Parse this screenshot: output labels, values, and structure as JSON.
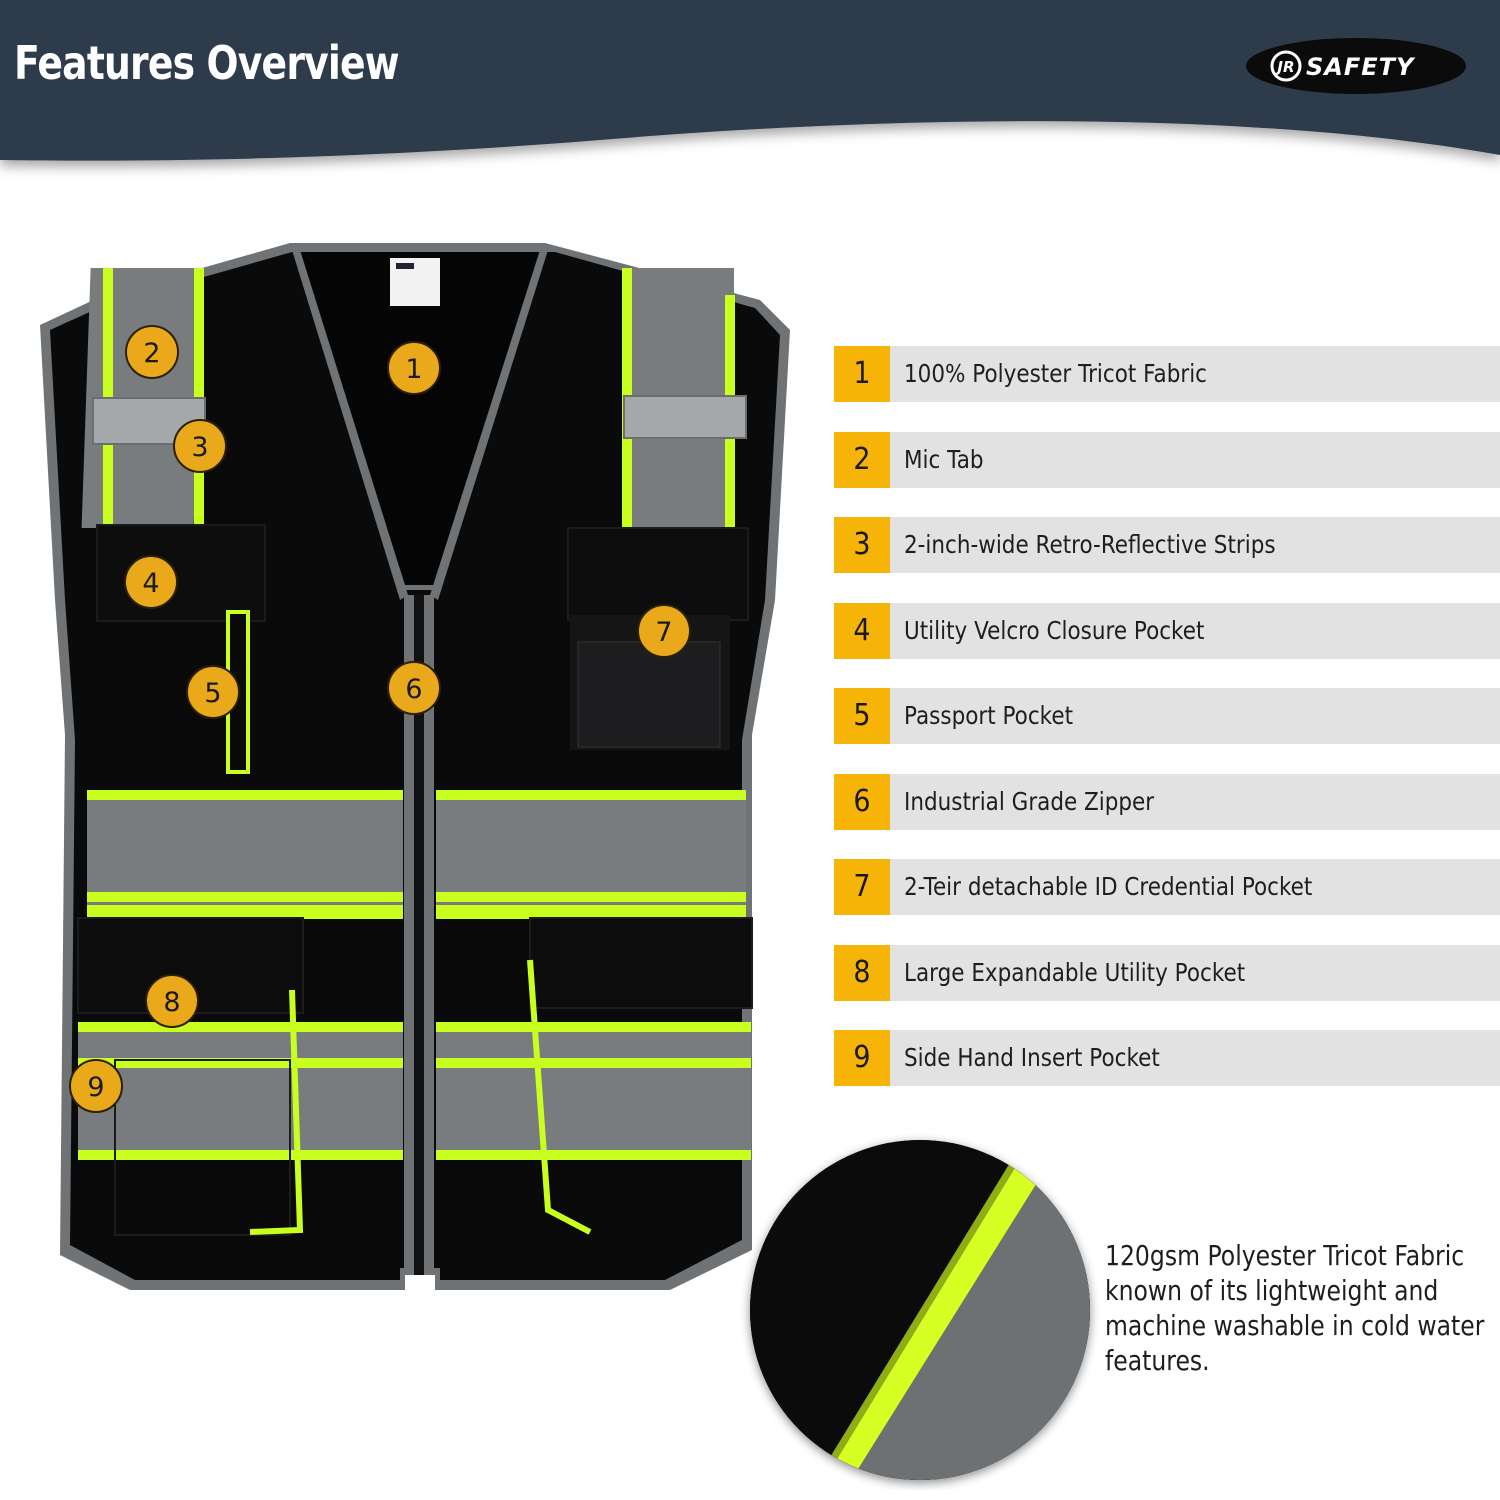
{
  "header": {
    "title": "Features Overview",
    "logo_text": "SAFETY",
    "logo_mark": "JR",
    "background_color": "#2d3a4c"
  },
  "features": [
    {
      "number": "1",
      "label": "100% Polyester Tricot Fabric"
    },
    {
      "number": "2",
      "label": "Mic Tab"
    },
    {
      "number": "3",
      "label": "2-inch-wide Retro-Reflective Strips"
    },
    {
      "number": "4",
      "label": "Utility Velcro Closure Pocket"
    },
    {
      "number": "5",
      "label": "Passport Pocket"
    },
    {
      "number": "6",
      "label": "Industrial Grade Zipper"
    },
    {
      "number": "7",
      "label": "2-Teir detachable ID Credential Pocket"
    },
    {
      "number": "8",
      "label": "Large Expandable Utility Pocket"
    },
    {
      "number": "9",
      "label": "Side Hand Insert Pocket"
    }
  ],
  "fabric_description": "120gsm Polyester Tricot Fabric known of its lightweight and machine washable in cold water features.",
  "colors": {
    "accent": "#f7b408",
    "row_background": "#e2e2e2",
    "vest_fabric": "#0a0a0a",
    "reflective_gray": "#777b7d",
    "lime_piping": "#c8ff1e"
  }
}
